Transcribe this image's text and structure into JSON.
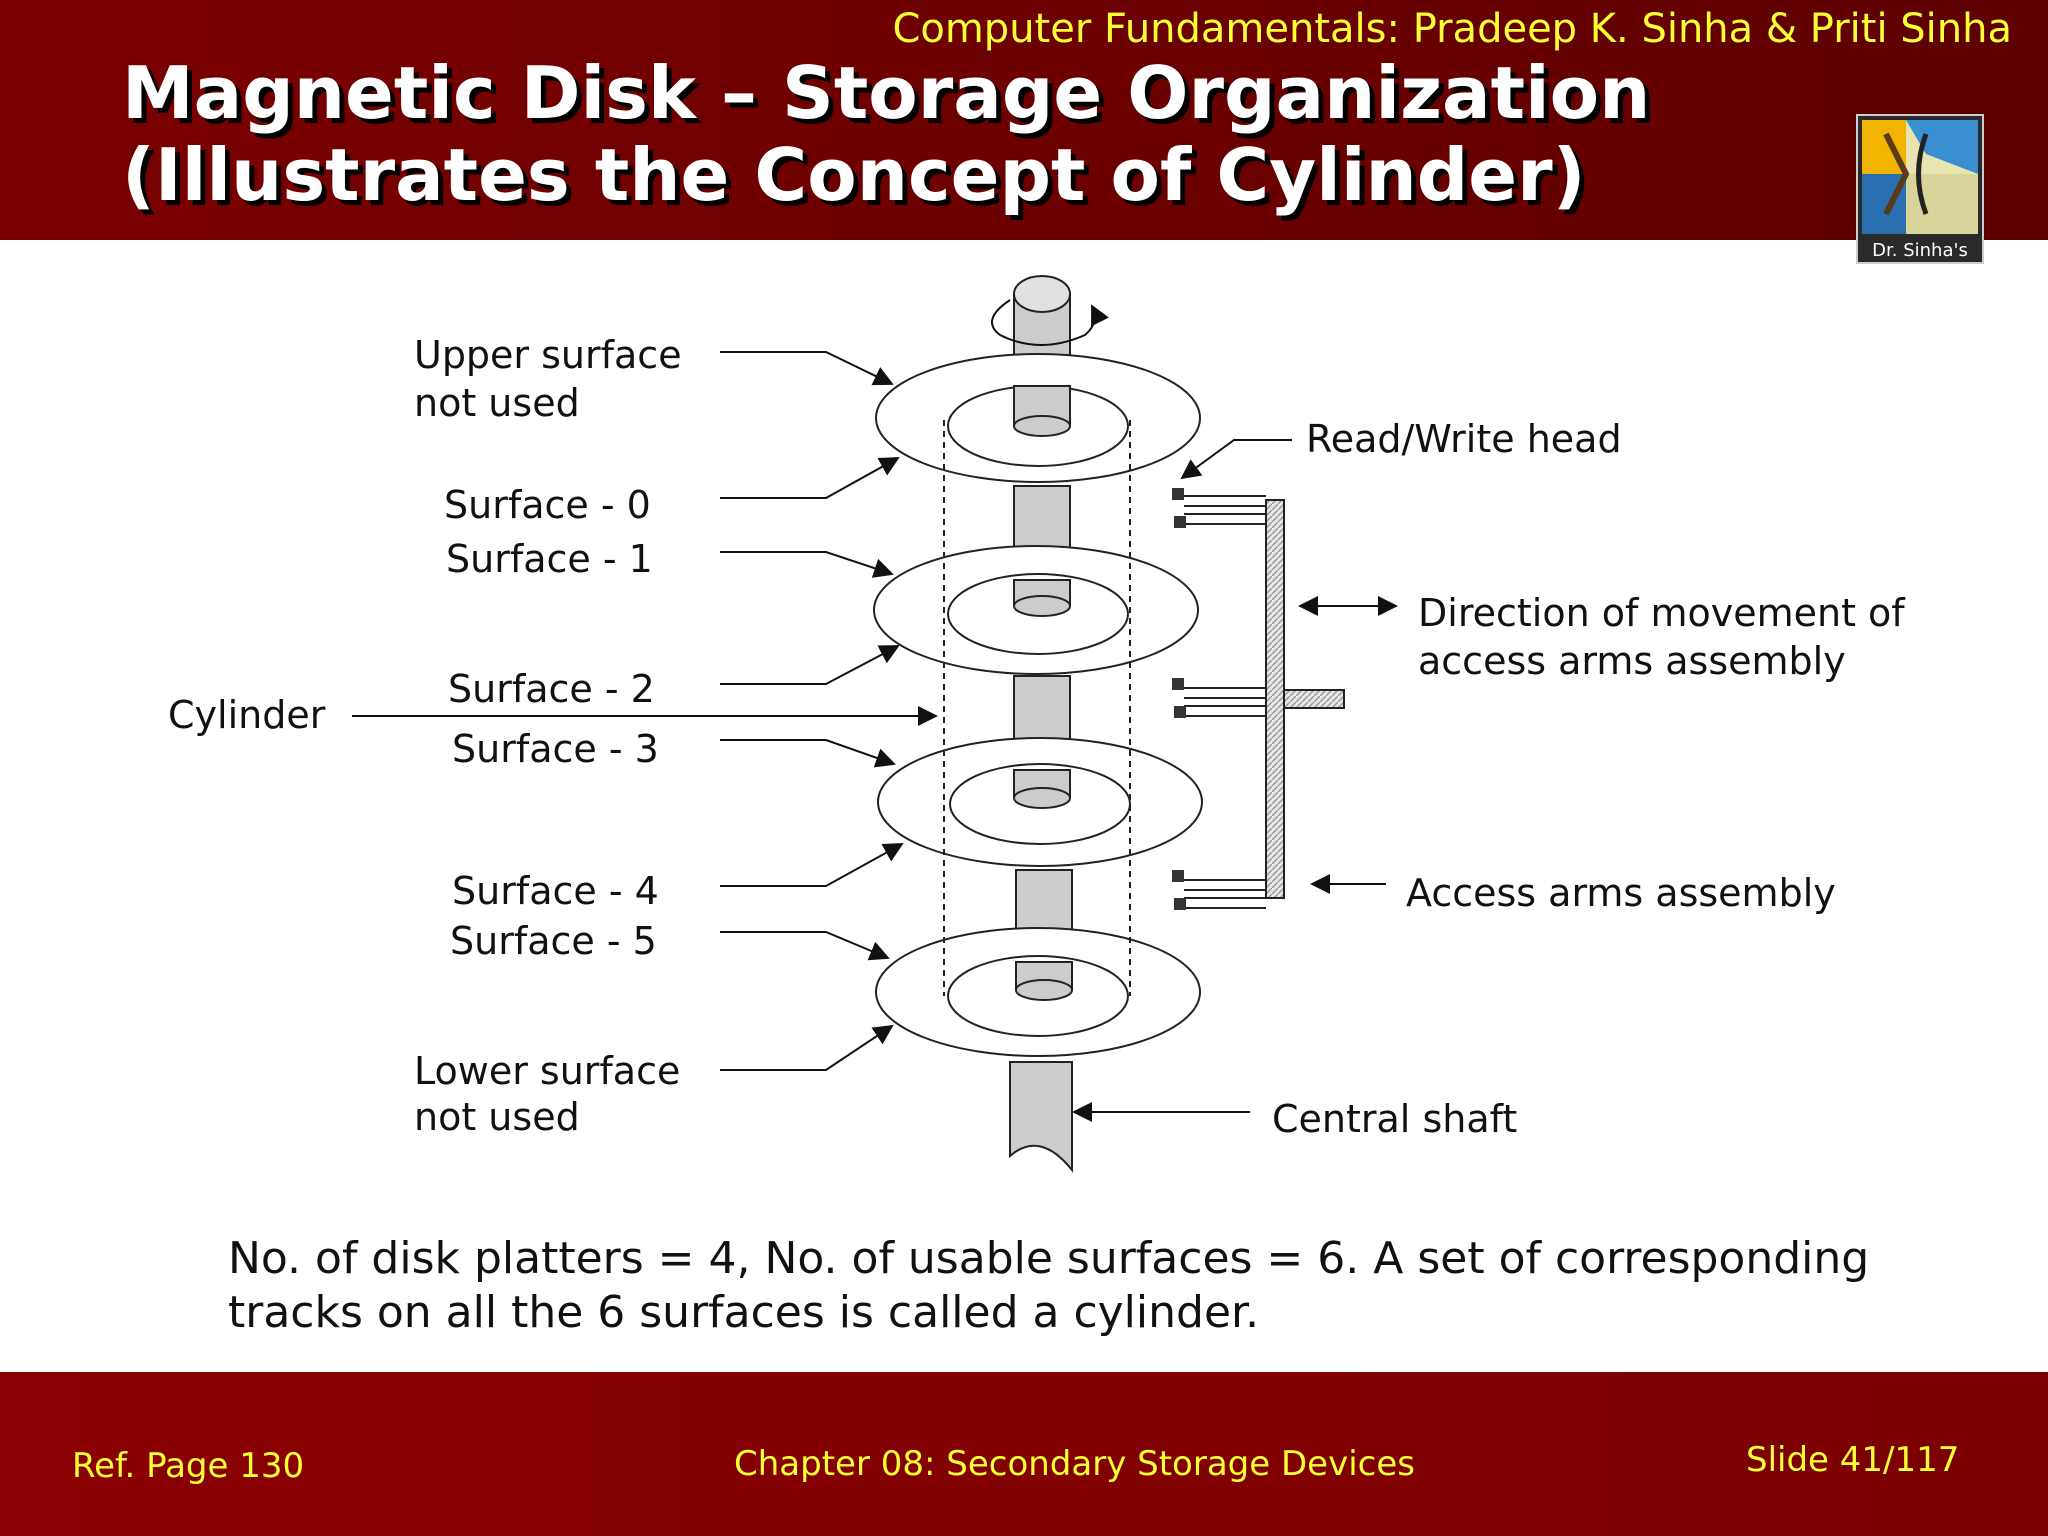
{
  "header": {
    "subtitle": "Computer Fundamentals: Pradeep K. Sinha & Priti Sinha",
    "title_line1": "Magnetic Disk – Storage Organization",
    "title_line2": "(Illustrates the Concept of Cylinder)",
    "logo_text": "Dr. Sinha's"
  },
  "diagram": {
    "labels": {
      "upper_surface_line1": "Upper surface",
      "upper_surface_line2": "not used",
      "surface_0": "Surface - 0",
      "surface_1": "Surface - 1",
      "cylinder": "Cylinder",
      "surface_2": "Surface - 2",
      "surface_3": "Surface - 3",
      "surface_4": "Surface - 4",
      "surface_5": "Surface - 5",
      "lower_surface_line1": "Lower surface",
      "lower_surface_line2": "not used",
      "read_write_head": "Read/Write head",
      "direction_line1": "Direction of movement of",
      "direction_line2": "access arms assembly",
      "access_arms": "Access arms assembly",
      "central_shaft": "Central shaft"
    }
  },
  "caption": {
    "line1": "No. of disk platters = 4, No. of usable surfaces = 6.  A set of corresponding",
    "line2": "tracks on all the 6 surfaces is called a cylinder."
  },
  "footer": {
    "ref_page": "Ref. Page  130",
    "chapter": "Chapter 08: Secondary Storage Devices",
    "slide": "Slide 41/117"
  }
}
